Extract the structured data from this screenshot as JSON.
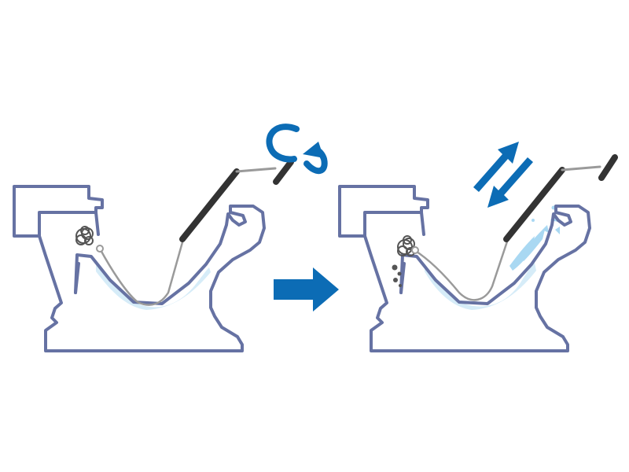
{
  "colors": {
    "toilet_outline": "#6672A3",
    "water_fill": "#D6ECF8",
    "water_splash": "#A9D8F2",
    "auger_handle": "#333333",
    "auger_cable": "#9A9A9A",
    "debris": "#555555",
    "action_arrow": "#0C6CB5",
    "background": "#FFFFFF"
  },
  "panels": [
    {
      "step": 1,
      "action": "rotate-auger-crank",
      "icons": [
        "rotate-cw-arrow-icon"
      ]
    },
    {
      "step": 2,
      "action": "push-pull-auger",
      "icons": [
        "push-pull-arrows-icon"
      ]
    }
  ],
  "connector": {
    "icon": "right-arrow-icon"
  }
}
